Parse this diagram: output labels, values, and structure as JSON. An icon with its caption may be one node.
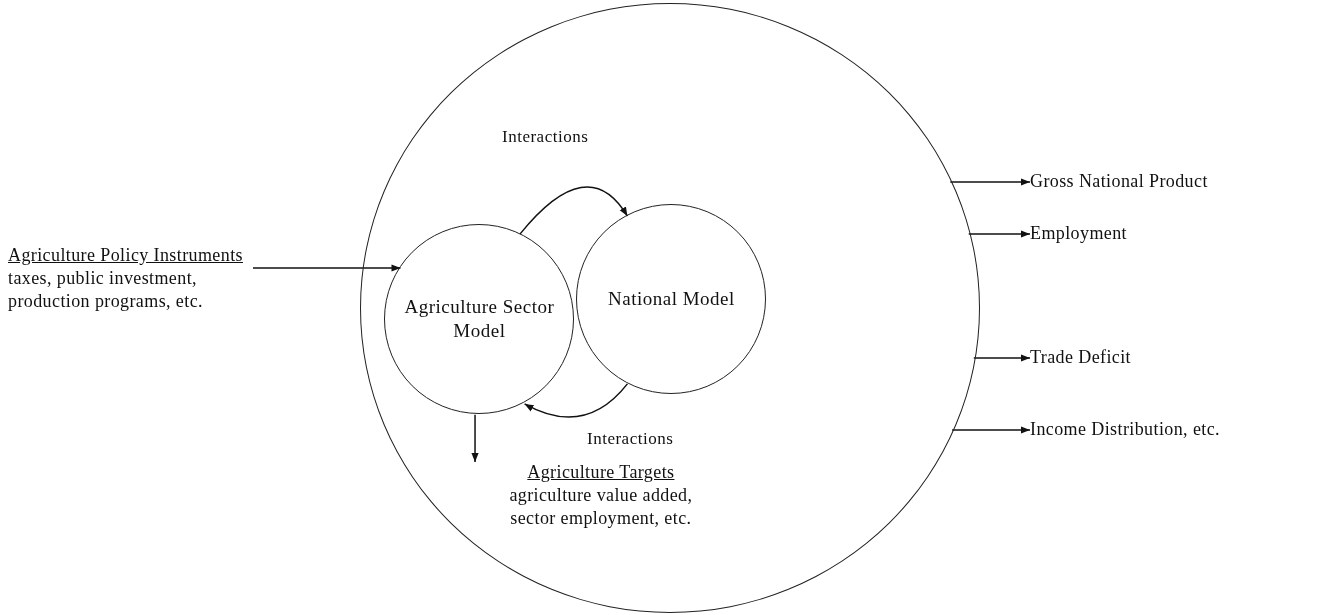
{
  "diagram": {
    "nodes": [
      {
        "text": [],
        "shape": "circle"
      },
      {
        "text": [
          "Agriculture Sector Model"
        ],
        "in": 0
      },
      {
        "text": [
          "National Model"
        ],
        "in": 0
      },
      {
        "text": [
          "Agriculture Policy Instruments",
          "taxes, public investment, production programs, etc."
        ]
      },
      {
        "text": [
          "Agriculture Targets",
          "agriculture value added, sector employment, etc."
        ],
        "in": 0
      },
      {
        "text": [
          "Gross National Product"
        ]
      },
      {
        "text": [
          "Employment"
        ]
      },
      {
        "text": [
          "Trade Deficit"
        ]
      },
      {
        "text": [
          "Income Distribution, etc."
        ]
      }
    ],
    "edges": [
      {
        "from": 3,
        "to": 1,
        "arrow": "to"
      },
      {
        "from": 1,
        "to": 2,
        "arrow": "to",
        "label": "Interactions"
      },
      {
        "from": 2,
        "to": 1,
        "arrow": "to",
        "label": "Interactions"
      },
      {
        "from": 1,
        "to": 4,
        "arrow": "to"
      },
      {
        "from": 0,
        "to": 5,
        "arrow": "to"
      },
      {
        "from": 0,
        "to": 6,
        "arrow": "to"
      },
      {
        "from": 0,
        "to": 7,
        "arrow": "to"
      },
      {
        "from": 0,
        "to": 8,
        "arrow": "to"
      }
    ]
  }
}
